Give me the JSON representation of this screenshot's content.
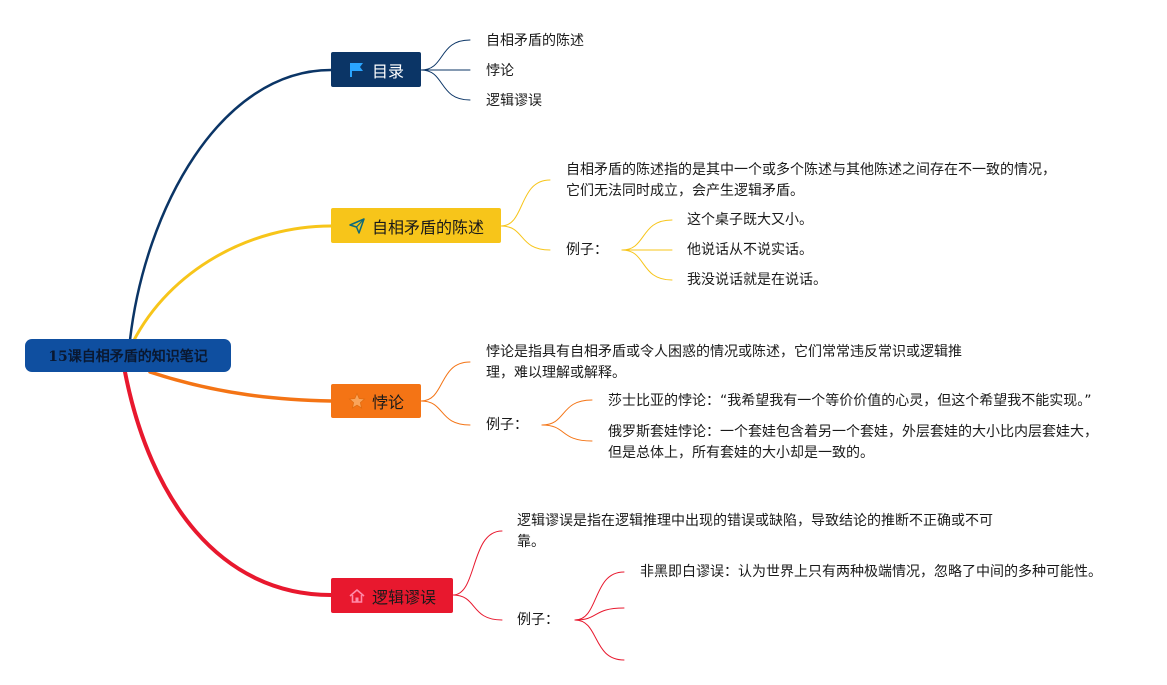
{
  "colors": {
    "catalog": "#0b3566",
    "contradiction": "#f7c51a",
    "paradox": "#f47415",
    "fallacy": "#e8182e",
    "root_bg": "#0f4fa0"
  },
  "root": {
    "label": "15课自相矛盾的知识笔记"
  },
  "branches": {
    "catalog": {
      "label": "目录",
      "icon": "flag-icon",
      "items": [
        "自相矛盾的陈述",
        "悖论",
        "逻辑谬误"
      ]
    },
    "contradiction": {
      "label": "自相矛盾的陈述",
      "icon": "paper-plane-icon",
      "definition": [
        "自相矛盾的陈述指的是其中一个或多个陈述与其他陈述之间存在不一致的情况，",
        "它们无法同时成立，会产生逻辑矛盾。"
      ],
      "example_label": "例子：",
      "examples": [
        "这个桌子既大又小。",
        "他说话从不说实话。",
        "我没说话就是在说话。"
      ]
    },
    "paradox": {
      "label": "悖论",
      "icon": "star-icon",
      "definition": [
        "悖论是指具有自相矛盾或令人困惑的情况或陈述，它们常常违反常识或逻辑推",
        "理，难以理解或解释。"
      ],
      "example_label": "例子：",
      "examples": [
        [
          "莎士比亚的悖论：“我希望我有一个等价价值的心灵，但这个希望我不能实现。”"
        ],
        [
          "俄罗斯套娃悖论：一个套娃包含着另一个套娃，外层套娃的大小比内层套娃大，",
          "但是总体上，所有套娃的大小却是一致的。"
        ]
      ]
    },
    "fallacy": {
      "label": "逻辑谬误",
      "icon": "home-icon",
      "definition": [
        "逻辑谬误是指在逻辑推理中出现的错误或缺陷，导致结论的推断不正确或不可",
        "靠。"
      ],
      "example_label": "例子：",
      "examples": [
        "非黑即白谬误：认为世界上只有两种极端情况，忽略了中间的多种可能性。"
      ]
    }
  }
}
